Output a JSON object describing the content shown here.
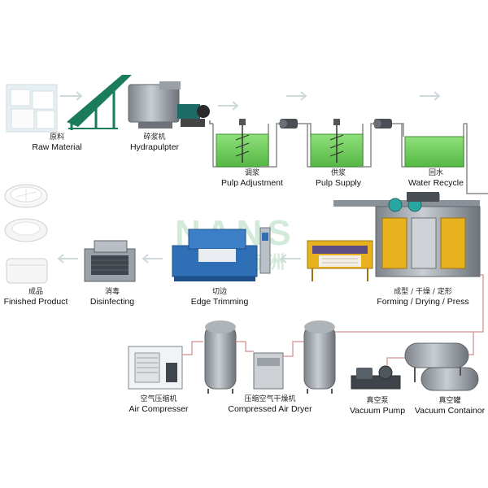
{
  "stages": {
    "raw_material": {
      "zh": "原料",
      "en": "Raw Material"
    },
    "hydrapulpter": {
      "zh": "碎浆机",
      "en": "Hydrapulpter"
    },
    "pulp_adjustment": {
      "zh": "调浆",
      "en": "Pulp Adjustment"
    },
    "pulp_supply": {
      "zh": "供浆",
      "en": "Pulp Supply"
    },
    "water_recycle": {
      "zh": "回水",
      "en": "Water Recycle"
    },
    "forming": {
      "zh": "成型 / 干燥 / 定形",
      "en": "Forming / Drying / Press"
    },
    "edge_trimming": {
      "zh": "切边",
      "en": "Edge Trimming"
    },
    "disinfecting": {
      "zh": "消毒",
      "en": "Disinfecting"
    },
    "finished_product": {
      "zh": "成品",
      "en": "Finished Product"
    },
    "air_compressor": {
      "zh": "空气压缩机",
      "en": "Air Compresser"
    },
    "air_dryer": {
      "zh": "压缩空气干燥机",
      "en": "Compressed Air Dryer"
    },
    "vacuum_pump": {
      "zh": "真空泵",
      "en": "Vacuum Pump"
    },
    "vacuum_container": {
      "zh": "真空罐",
      "en": "Vacuum Containor"
    }
  },
  "watermark": {
    "text": "NANS",
    "zh": "南洲"
  },
  "colors": {
    "pulp": "#6fcf5a",
    "pipe": "#9a9a9a",
    "pipe_red": "#d9a0a0",
    "machine_blue": "#2f6fb5",
    "machine_yellow": "#e8b21e",
    "steel": "#8a8f96",
    "arrow": "#b9c6c9"
  }
}
